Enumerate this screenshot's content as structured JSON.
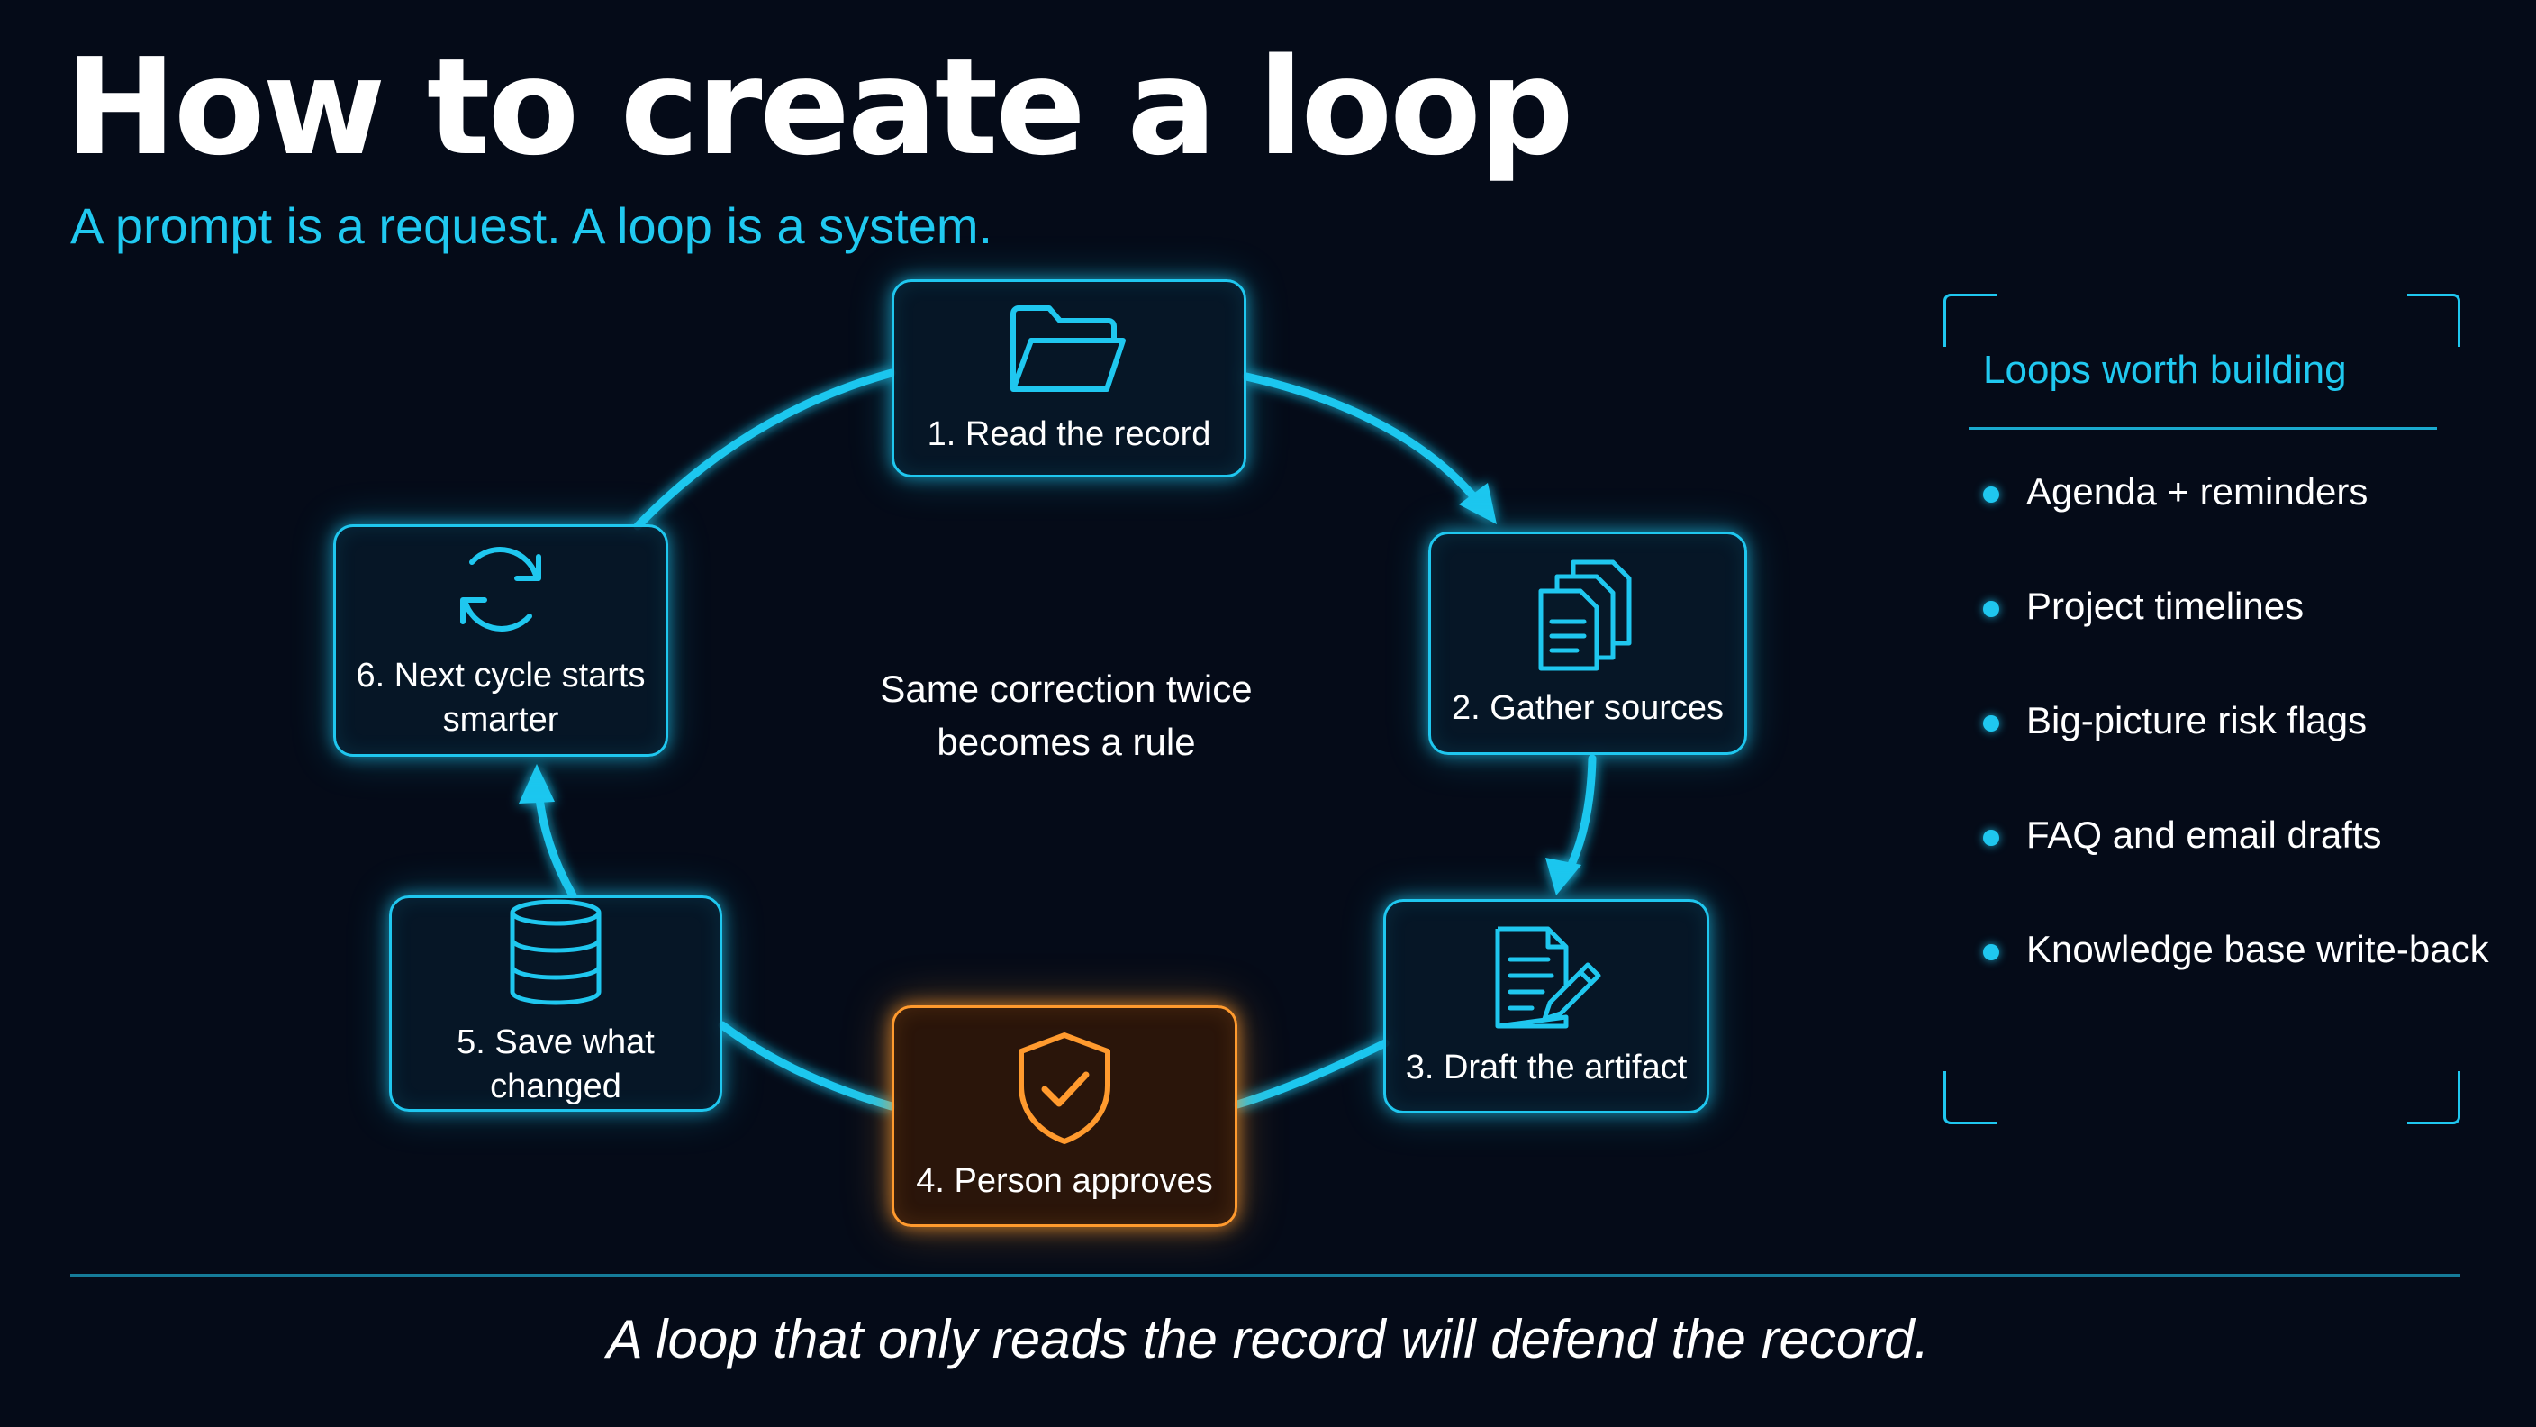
{
  "title": "How to create a loop",
  "subtitle": "A prompt is a request. A loop is a system.",
  "center_note": "Same correction twice becomes a rule",
  "steps": [
    {
      "label": "1. Read the record",
      "icon": "folder-icon"
    },
    {
      "label": "2. Gather sources",
      "icon": "documents-icon"
    },
    {
      "label": "3. Draft the artifact",
      "icon": "document-edit-icon"
    },
    {
      "label": "4. Person approves",
      "icon": "shield-check-icon",
      "highlight": true
    },
    {
      "label": "5. Save what changed",
      "icon": "database-icon"
    },
    {
      "label": "6. Next cycle starts smarter",
      "icon": "refresh-icon"
    }
  ],
  "panel": {
    "heading": "Loops worth building",
    "items": [
      "Agenda + reminders",
      "Project timelines",
      "Big-picture risk flags",
      "FAQ and email drafts",
      "Knowledge base write-back"
    ]
  },
  "footer": "A loop that only reads the record will defend the record.",
  "colors": {
    "background": "#050b18",
    "accent": "#1fc7ef",
    "highlight": "#ff9a2e",
    "text": "#ffffff"
  }
}
